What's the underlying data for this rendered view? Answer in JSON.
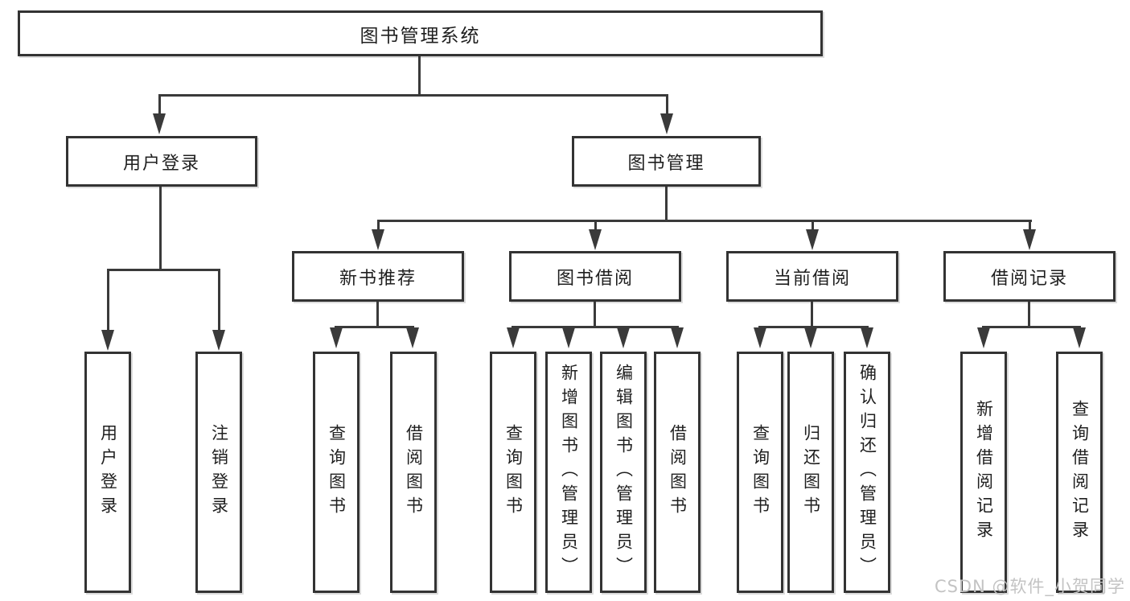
{
  "diagram": {
    "root": {
      "label": "图书管理系统"
    },
    "level2": [
      {
        "label": "用户登录"
      },
      {
        "label": "图书管理"
      }
    ],
    "level3": [
      {
        "label": "新书推荐"
      },
      {
        "label": "图书借阅"
      },
      {
        "label": "当前借阅"
      },
      {
        "label": "借阅记录"
      }
    ],
    "leaves": {
      "user_login": [
        "用户登录",
        "注销登录"
      ],
      "new_book": [
        "查询图书",
        "借阅图书"
      ],
      "book_borrow": [
        "查询图书",
        "新增图书（管理员）",
        "编辑图书（管理员）",
        "借阅图书"
      ],
      "current_borrow": [
        "查询图书",
        "归还图书",
        "确认归还（管理员）"
      ],
      "borrow_records": [
        "新增借阅记录",
        "查询借阅记录"
      ]
    },
    "colors": {
      "line": "#3a3a3a",
      "box_border": "#333333",
      "text": "#1f1f1f",
      "watermark": "#c3c3c3",
      "background": "#ffffff"
    }
  },
  "watermark": {
    "text": "CSDN @软件_小贺同学"
  }
}
